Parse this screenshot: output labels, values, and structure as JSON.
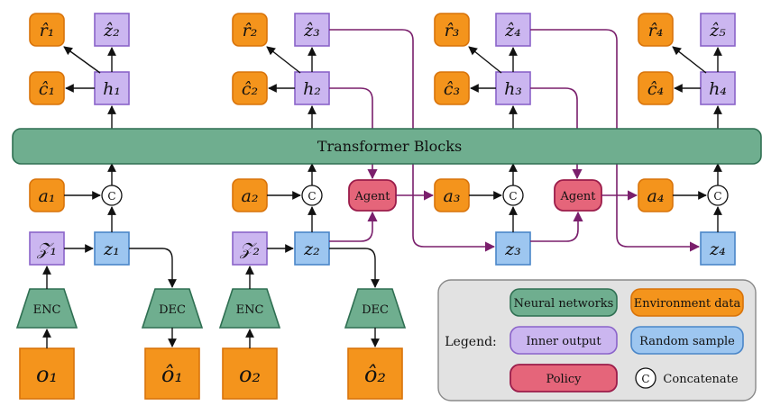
{
  "transformer": "Transformer Blocks",
  "agent": "Agent",
  "enc": "ENC",
  "dec": "DEC",
  "concat": "C",
  "steps": [
    {
      "r": "r̂₁",
      "znext": "ẑ₂",
      "c": "ĉ₁",
      "h": "h₁",
      "a": "a₁",
      "Z": "𝒵₁",
      "z": "z₁",
      "o": "o₁",
      "ohat": "ô₁"
    },
    {
      "r": "r̂₂",
      "znext": "ẑ₃",
      "c": "ĉ₂",
      "h": "h₂",
      "a": "a₂",
      "Z": "𝒵₂",
      "z": "z₂",
      "o": "o₂",
      "ohat": "ô₂"
    },
    {
      "r": "r̂₃",
      "znext": "ẑ₄",
      "c": "ĉ₃",
      "h": "h₃",
      "a": "a₃",
      "z": "z₃"
    },
    {
      "r": "r̂₄",
      "znext": "ẑ₅",
      "c": "ĉ₄",
      "h": "h₄",
      "a": "a₄",
      "z": "z₄"
    }
  ],
  "legend": {
    "title": "Legend:",
    "neural": "Neural networks",
    "env": "Environment data",
    "inner": "Inner output",
    "random": "Random sample",
    "policy": "Policy",
    "concat_symbol": "C",
    "concat": "Concatenate"
  },
  "colors": {
    "orange": "#f4941c",
    "purple": "#cbb6f0",
    "blue": "#9dc6f0",
    "green": "#6fae8f",
    "pink": "#e5657a",
    "policy_arrow": "#7a1f6c"
  }
}
